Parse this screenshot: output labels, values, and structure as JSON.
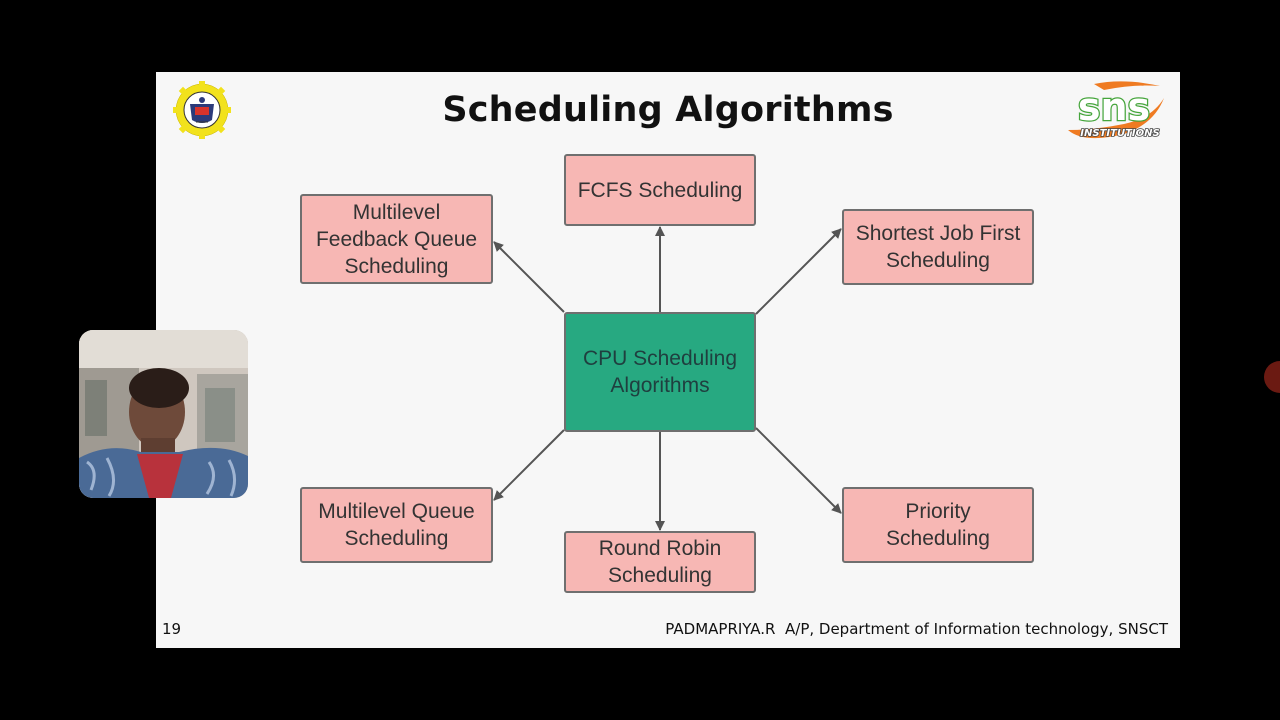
{
  "slide": {
    "title": "Scheduling Algorithms",
    "number": "19",
    "footer": "PADMAPRIYA.R  A/P, Department of Information technology, SNSCT"
  },
  "logos": {
    "left": "college-emblem",
    "right": {
      "text": "sns",
      "subtext": "INSTITUTIONS",
      "colors": {
        "orange": "#ef7b22",
        "green": "#45a53b"
      }
    }
  },
  "diagram": {
    "center": "CPU Scheduling\nAlgorithms",
    "nodes": [
      {
        "id": "fcfs",
        "label": "FCFS Scheduling"
      },
      {
        "id": "sjf",
        "label": "Shortest Job First\nScheduling"
      },
      {
        "id": "mlfq",
        "label": "Multilevel\nFeedback Queue\nScheduling"
      },
      {
        "id": "mlq",
        "label": "Multilevel Queue\nScheduling"
      },
      {
        "id": "rr",
        "label": "Round Robin\nScheduling"
      },
      {
        "id": "priority",
        "label": "Priority\nScheduling"
      }
    ],
    "colors": {
      "node_fill": "#f7b7b4",
      "center_fill": "#27a981",
      "border": "#6f6f6f",
      "arrow": "#555555"
    }
  },
  "overlay": {
    "webcam": "presenter-webcam"
  },
  "colors": {
    "background": "#000000",
    "slide": "#f7f7f7"
  }
}
